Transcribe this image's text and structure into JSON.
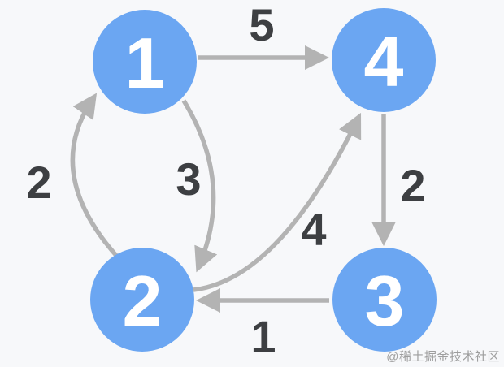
{
  "diagram": {
    "type": "weighted-directed-graph",
    "colors": {
      "background": "#f7f8fa",
      "node_fill": "#6ba6f2",
      "node_text": "#ffffff",
      "edge_stroke": "#b3b3b3",
      "weight_text": "#3d3f42",
      "watermark_text": "#9e9e9e"
    },
    "nodes": [
      {
        "id": "1",
        "label": "1"
      },
      {
        "id": "2",
        "label": "2"
      },
      {
        "id": "3",
        "label": "3"
      },
      {
        "id": "4",
        "label": "4"
      }
    ],
    "edges": [
      {
        "from": "1",
        "to": "4",
        "weight": "5"
      },
      {
        "from": "2",
        "to": "1",
        "weight": "2"
      },
      {
        "from": "1",
        "to": "2",
        "weight": "3"
      },
      {
        "from": "2",
        "to": "4",
        "weight": "4"
      },
      {
        "from": "4",
        "to": "3",
        "weight": "2"
      },
      {
        "from": "3",
        "to": "2",
        "weight": "1"
      }
    ]
  },
  "watermark": "@稀土掘金技术社区"
}
